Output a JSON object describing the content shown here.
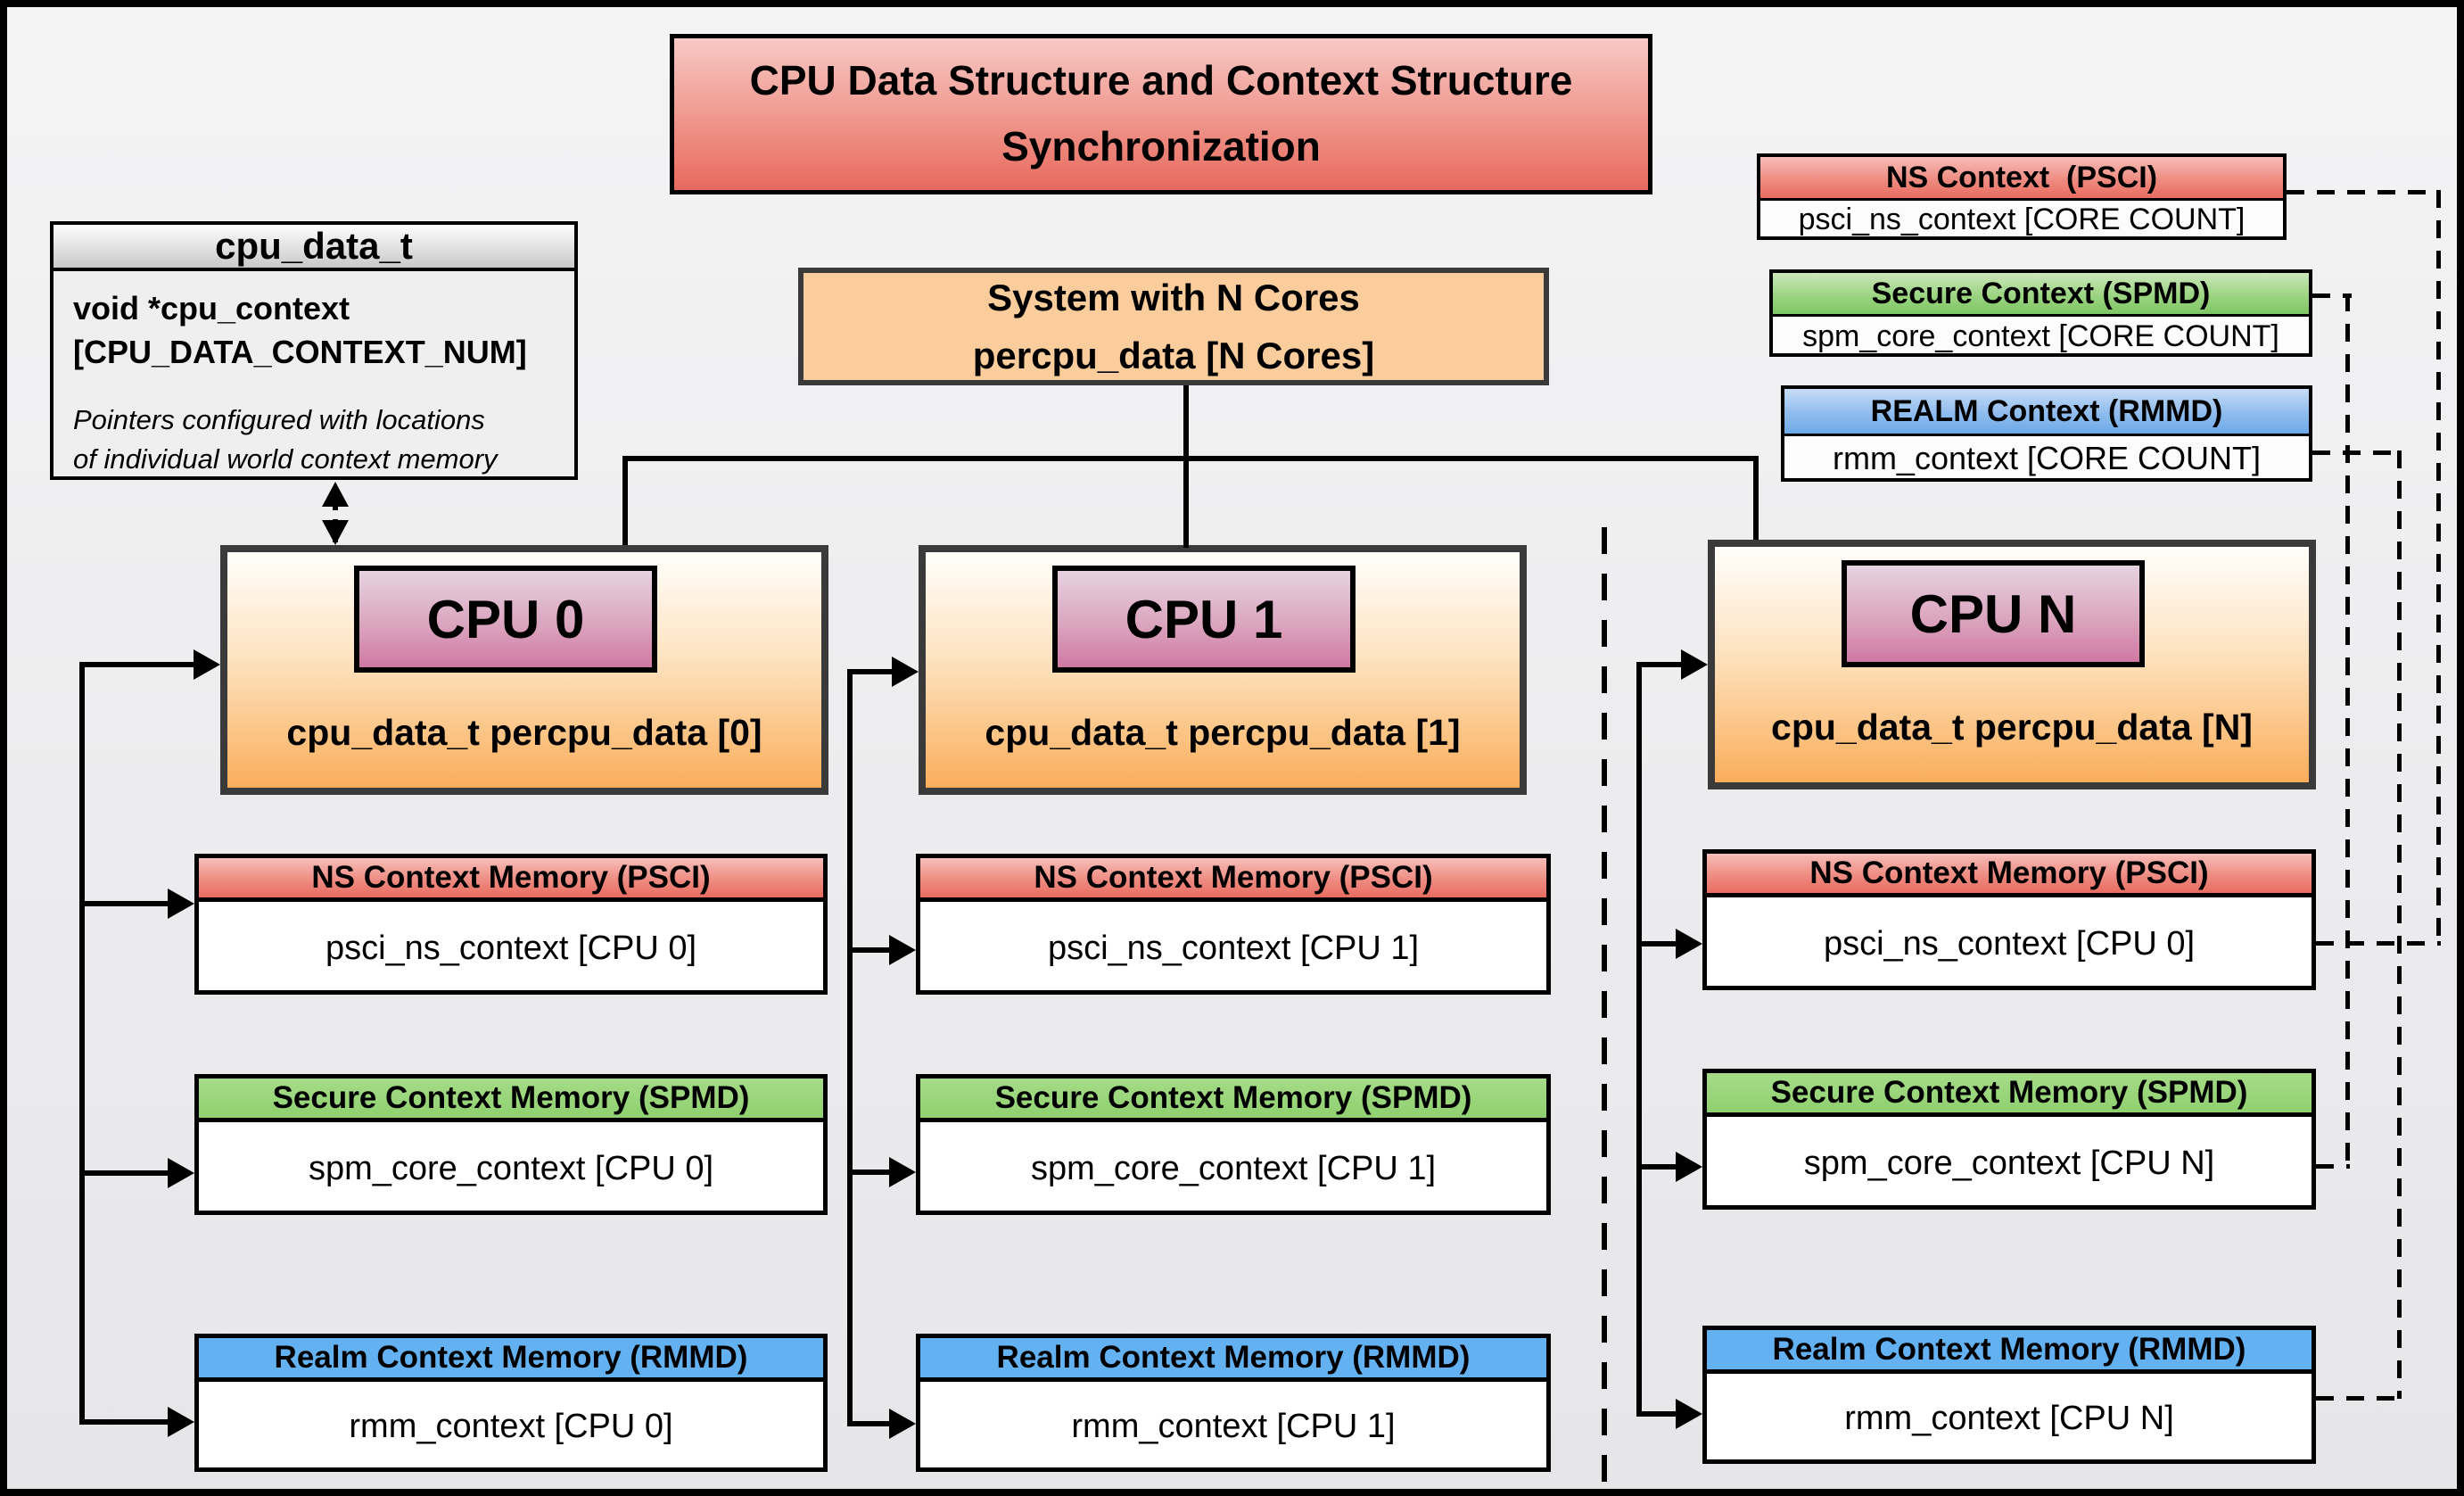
{
  "title": "CPU Data Structure and Context Structure\nSynchronization",
  "cpu_data_t": {
    "header": "cpu_data_t",
    "field": "void  *cpu_context\n[CPU_DATA_CONTEXT_NUM]",
    "note": "Pointers configured with locations\nof individual world context memory"
  },
  "system": {
    "text": "System with N Cores\npercpu_data [N Cores]"
  },
  "legend": [
    {
      "id": "ns",
      "header": "NS Context  (PSCI)",
      "body": "psci_ns_context [CORE COUNT]",
      "color": "#e96c60"
    },
    {
      "id": "secure",
      "header": "Secure Context (SPMD)",
      "body": "spm_core_context [CORE COUNT]",
      "color": "#7ec765"
    },
    {
      "id": "realm",
      "header": "REALM Context (RMMD)",
      "body": "rmm_context [CORE COUNT]",
      "color": "#6da9e8"
    }
  ],
  "cpus": [
    {
      "label": "CPU 0",
      "data": "cpu_data_t percpu_data [0]",
      "contexts": [
        {
          "header": "NS Context Memory (PSCI)",
          "body": "psci_ns_context [CPU 0]"
        },
        {
          "header": "Secure Context Memory (SPMD)",
          "body": "spm_core_context [CPU 0]"
        },
        {
          "header": "Realm Context Memory (RMMD)",
          "body": "rmm_context [CPU 0]"
        }
      ]
    },
    {
      "label": "CPU 1",
      "data": "cpu_data_t percpu_data [1]",
      "contexts": [
        {
          "header": "NS Context Memory (PSCI)",
          "body": "psci_ns_context [CPU 1]"
        },
        {
          "header": "Secure Context Memory (SPMD)",
          "body": "spm_core_context [CPU 1]"
        },
        {
          "header": "Realm Context Memory (RMMD)",
          "body": "rmm_context [CPU 1]"
        }
      ]
    },
    {
      "label": "CPU N",
      "data": "cpu_data_t percpu_data [N]",
      "contexts": [
        {
          "header": "NS Context Memory (PSCI)",
          "body": "psci_ns_context [CPU 0]"
        },
        {
          "header": "Secure Context Memory (SPMD)",
          "body": "spm_core_context [CPU N]"
        },
        {
          "header": "Realm Context Memory (RMMD)",
          "body": "rmm_context [CPU N]"
        }
      ]
    }
  ],
  "colors": {
    "background": "#ededee",
    "title_gradient_top": "#f7c9c5",
    "title_gradient_bottom": "#e8695d",
    "red_header": "#e96c60",
    "green_header": "#8fd06f",
    "blue_header": "#64b1f2",
    "orange_box": "#fbcd9c",
    "cpu_box_bottom": "#faae5b",
    "cpu_label_bottom": "#cf78a2",
    "dark_border": "#3a3a3a",
    "line": "#000000"
  }
}
